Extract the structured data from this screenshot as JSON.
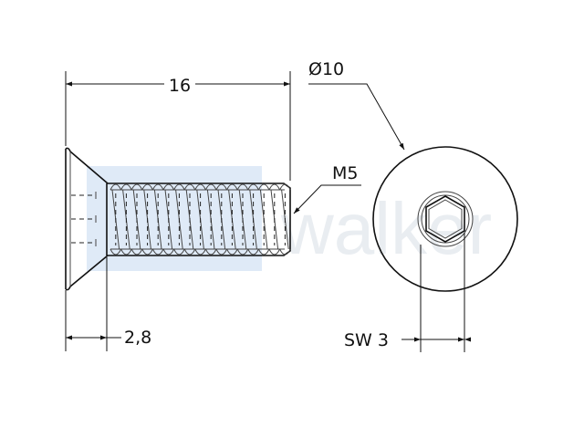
{
  "dimensions": {
    "length": "16",
    "head_diameter": "Ø10",
    "thread": "M5",
    "head_height": "2,8",
    "drive_size": "SW 3"
  },
  "watermark": {
    "text": "walker",
    "colors": {
      "band": "#dfeaf7",
      "text": "#e9edf1"
    }
  },
  "colors": {
    "line": "#111111",
    "background": "#ffffff"
  }
}
